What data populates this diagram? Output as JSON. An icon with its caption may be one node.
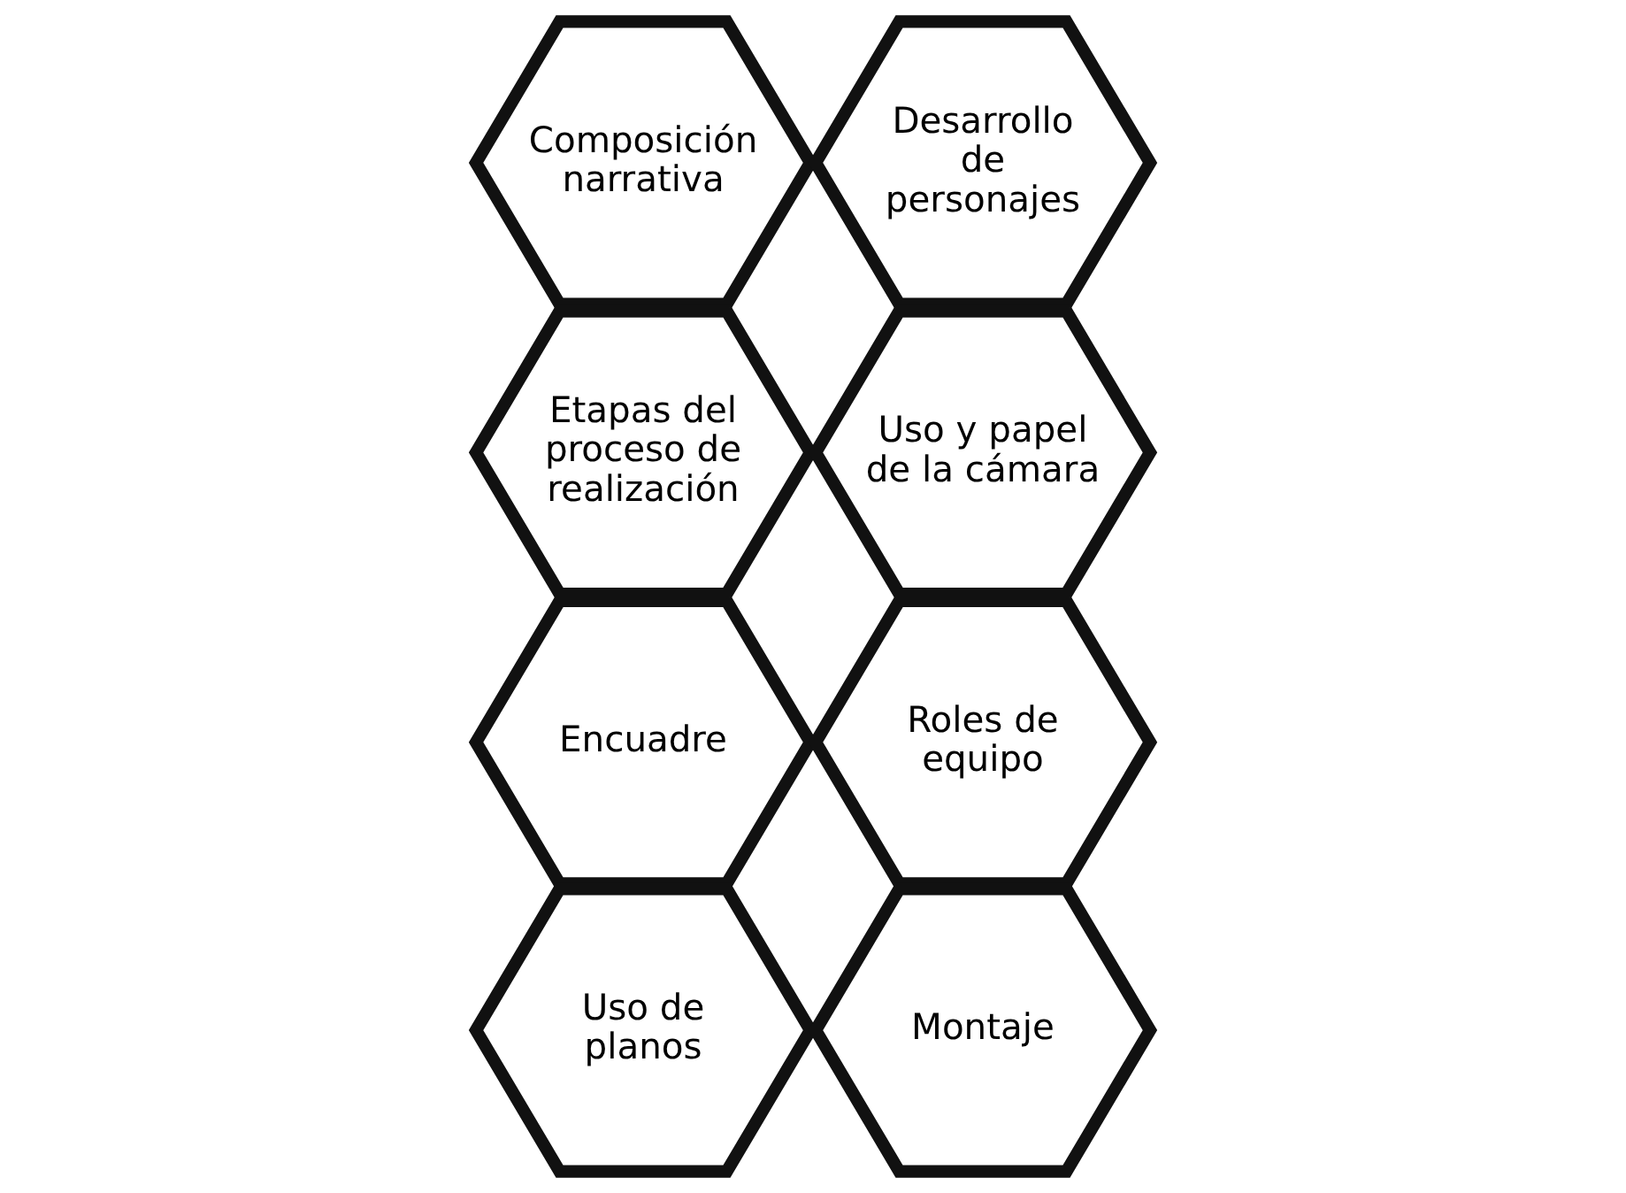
{
  "diagram": {
    "nodes": [
      {
        "text": [
          "Composición narrativa"
        ]
      },
      {
        "text": [
          "Etapas del proceso de realización"
        ]
      },
      {
        "text": [
          "Encuadre"
        ]
      },
      {
        "text": [
          "Uso de planos"
        ]
      },
      {
        "text": [
          "Desarrollo de personajes"
        ]
      },
      {
        "text": [
          "Uso y papel de la cámara"
        ]
      },
      {
        "text": [
          "Roles de equipo"
        ]
      },
      {
        "text": [
          "Montaje"
        ]
      }
    ]
  }
}
